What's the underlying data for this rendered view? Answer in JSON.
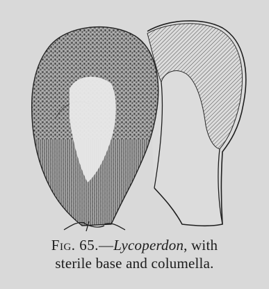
{
  "figure": {
    "label": "Fig. 65.",
    "dash": "—",
    "genus": "Lycoperdon",
    "caption_rest_line1": ", with",
    "caption_line2": "sterile base and columella."
  }
}
